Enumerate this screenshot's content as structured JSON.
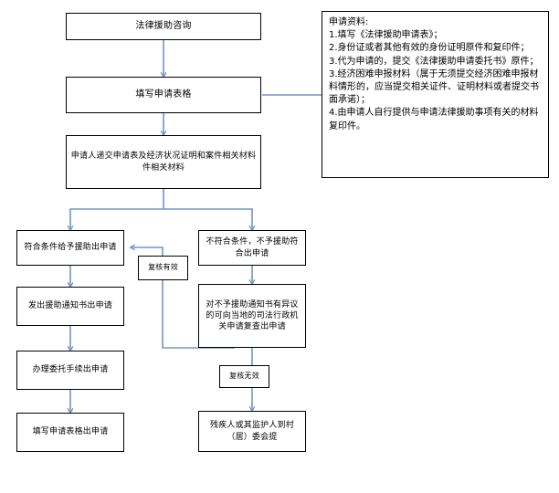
{
  "diagram": {
    "title_node": "法律援助咨询",
    "nodes": {
      "consult": "法律援助咨询",
      "fill_form": "填写申请表格",
      "submit": "申请人递交申请表及经济状况证明和案件相关材料件相关材料",
      "approve": "符合条件给予援助出申请",
      "reject": "不符合条件，不予援助符合出申请",
      "notice": "发出援助通知书出申请",
      "entrust": "办理委托手续出申请",
      "fill_form_out": "填写申请表格出申请",
      "review_request": "对不予援助通知书有异议的可向当地的司法行政机关申请复查出申请",
      "village": "残疾人或其监护人到村（居）委会提",
      "review_valid": "复核有效",
      "review_invalid": "复核无效"
    },
    "info_panel": {
      "heading": "申请资料:",
      "items": [
        "1.填写《法律援助申请表》；",
        "2.身份证或者其他有效的身份证明原件和复印件；",
        "3.代为申请的，提交《法律援助申请委托书》原件；",
        "3.经济困难申报材料（属于无须提交经济困难申报材料情形的，应当提交相关证件、证明材料或者提交书面承诺）；",
        "4.由申请人自行提供与申请法律援助事项有关的材料复印件。"
      ],
      "full_text": "申请资料:\n1.填写《法律援助申请表》；\n2.身份证或者其他有效的身份证明原件和复印件；\n3.代为申请的，提交《法律援助申请委托书》原件；\n3.经济困难申报材料（属于无须提交经济困难申报材料情形的，应当提交相关证件、证明材料或者提交书面承诺）；\n4.由申请人自行提供与申请法律援助事项有关的材料复印件。"
    },
    "colors": {
      "connector": "#7095c9",
      "border": "#000000",
      "background": "#ffffff",
      "text": "#000000"
    }
  }
}
